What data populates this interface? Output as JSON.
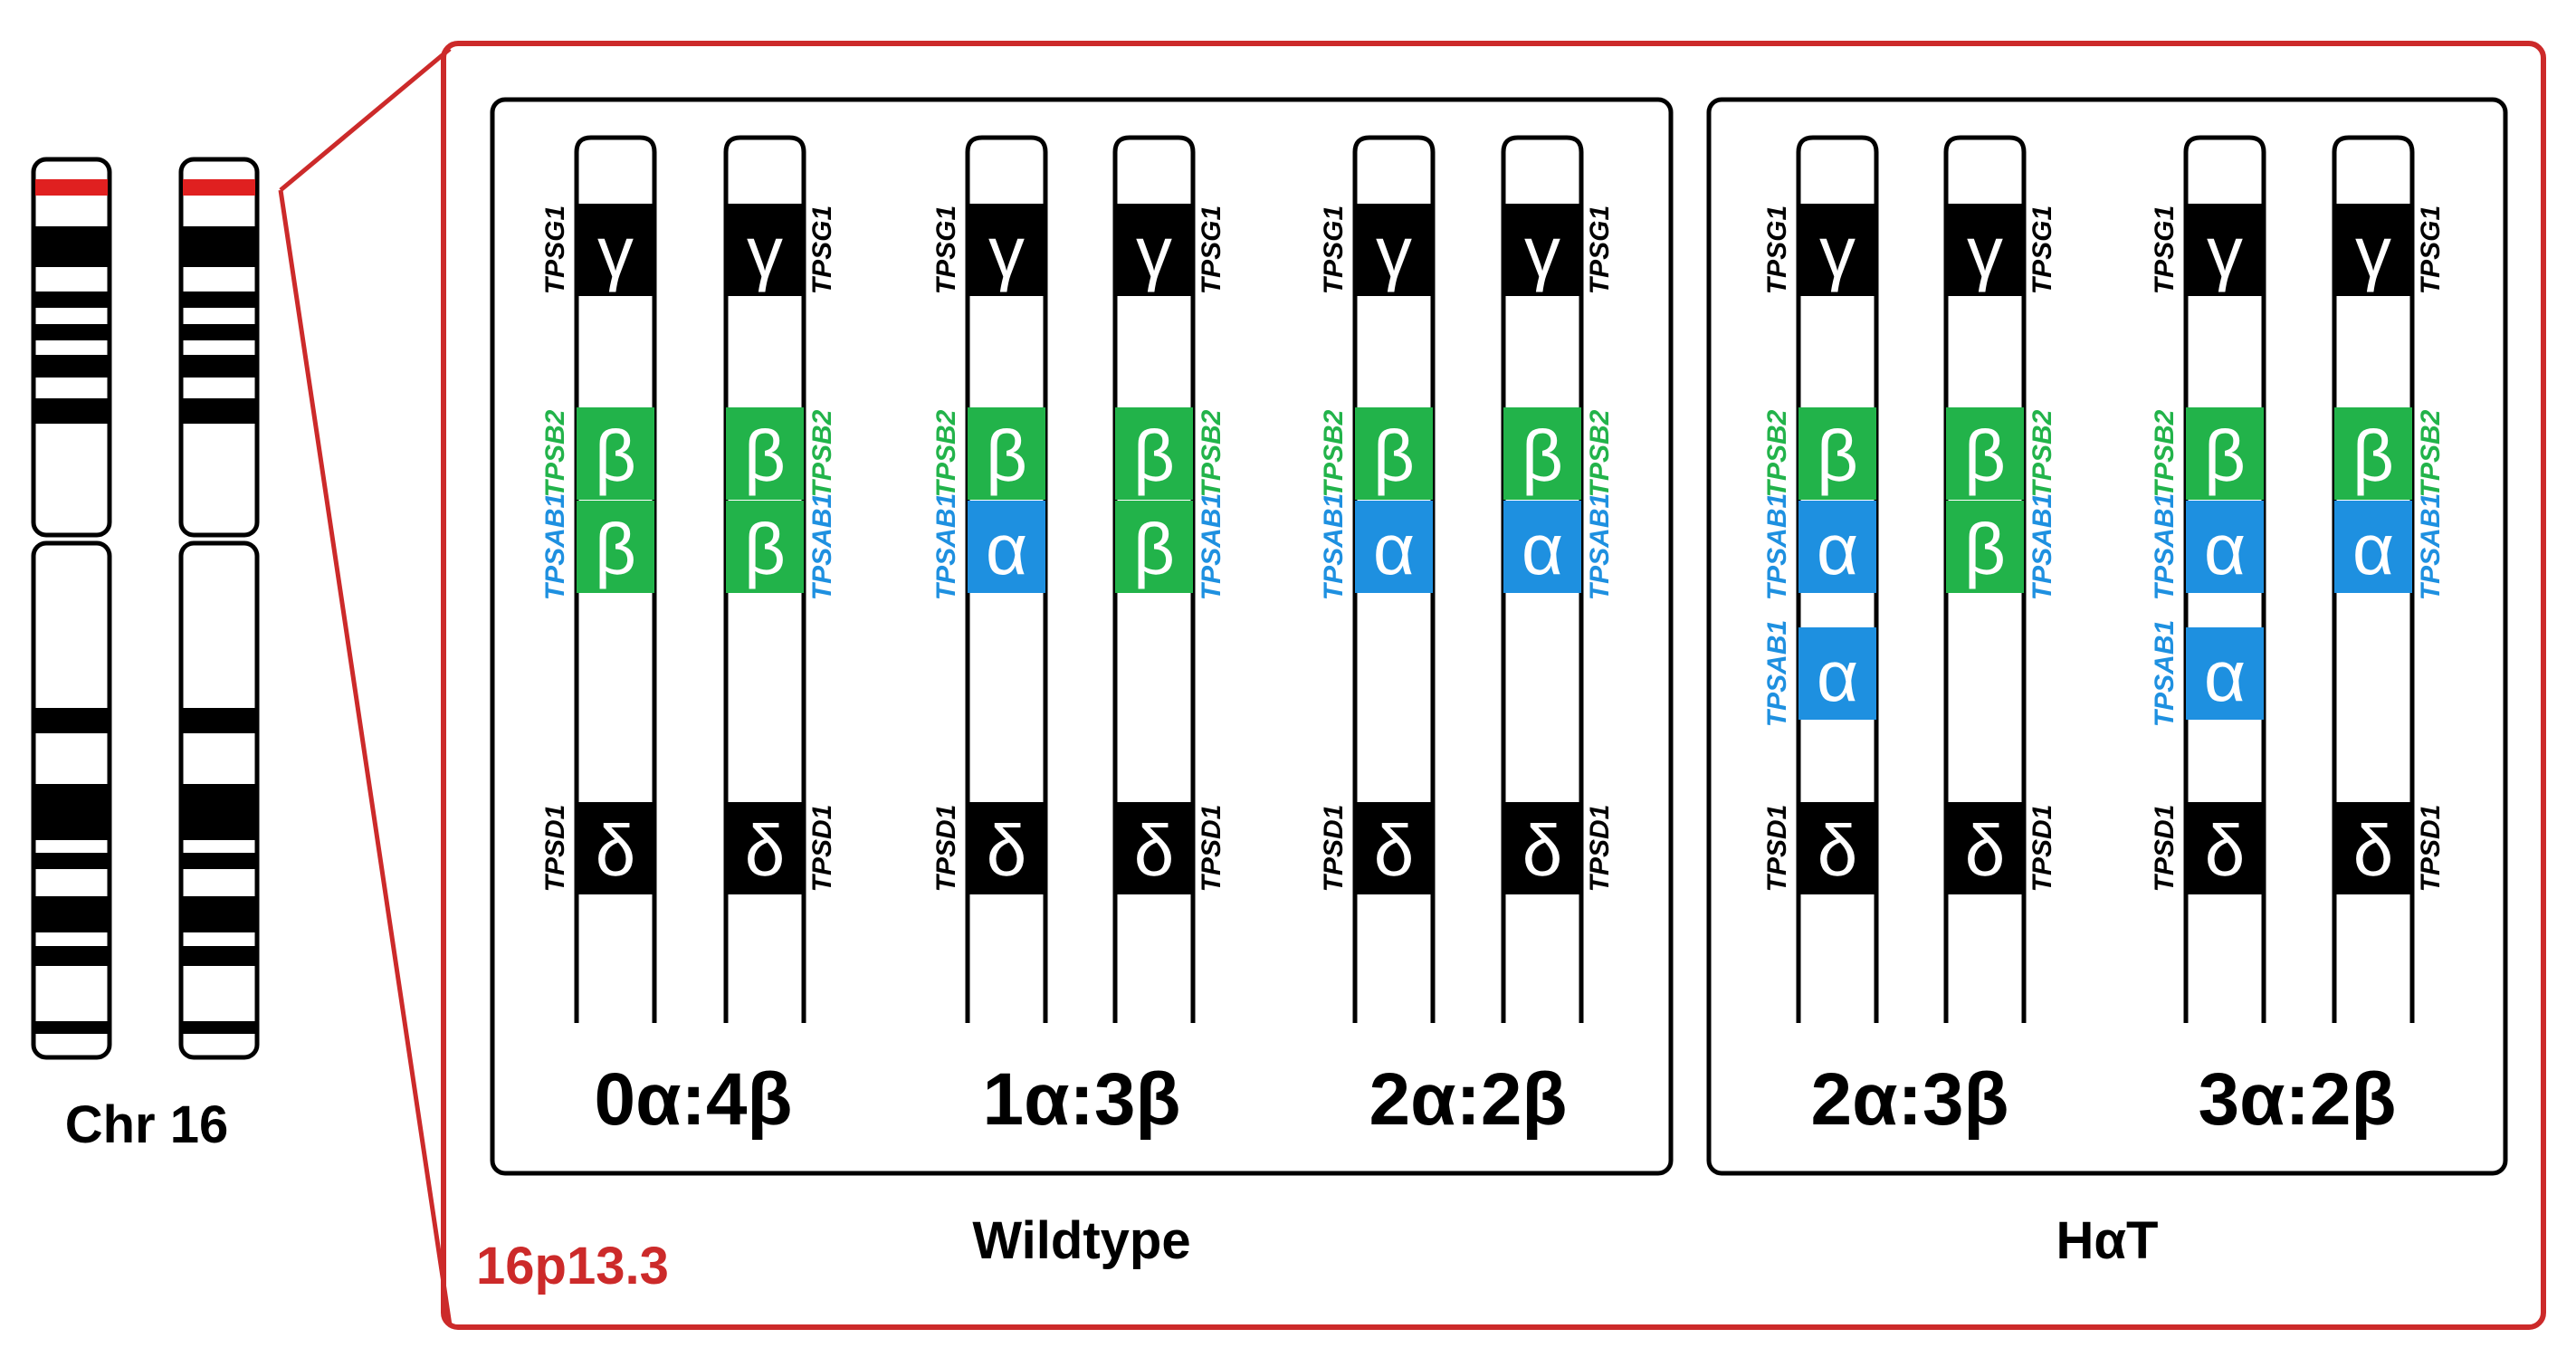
{
  "chromosome": {
    "label": "Chr 16",
    "highlight_color": "#e02020"
  },
  "region": {
    "label": "16p13.3",
    "color": "#cc2a2a"
  },
  "colors": {
    "alpha": "#1e90e0",
    "beta": "#22b34a",
    "gamma_delta": "#000000",
    "TPSG1_label": "#000000",
    "TPSB2_label": "#22b34a",
    "TPSAB1_label": "#1e90e0",
    "TPSD1_label": "#000000",
    "frame": "#cc2a2a"
  },
  "symbols": {
    "alpha": "α",
    "beta": "β",
    "gamma": "γ",
    "delta": "δ"
  },
  "gene_names": {
    "gamma": "TPSG1",
    "beta_locus": "TPSB2",
    "alpha_beta_locus": "TPSAB1",
    "delta": "TPSD1"
  },
  "groups": [
    {
      "label": "Wildtype",
      "genotypes": [
        {
          "ratio": "0α:4β",
          "chromosomes": [
            [
              "beta",
              "beta"
            ],
            [
              "beta",
              "beta"
            ]
          ]
        },
        {
          "ratio": "1α:3β",
          "chromosomes": [
            [
              "beta",
              "alpha"
            ],
            [
              "beta",
              "beta"
            ]
          ]
        },
        {
          "ratio": "2α:2β",
          "chromosomes": [
            [
              "beta",
              "alpha"
            ],
            [
              "beta",
              "alpha"
            ]
          ]
        }
      ]
    },
    {
      "label": "HαT",
      "genotypes": [
        {
          "ratio": "2α:3β",
          "chromosomes": [
            [
              "beta",
              "alpha",
              "alpha"
            ],
            [
              "beta",
              "beta"
            ]
          ]
        },
        {
          "ratio": "3α:2β",
          "chromosomes": [
            [
              "beta",
              "alpha",
              "alpha"
            ],
            [
              "beta",
              "alpha"
            ]
          ]
        }
      ]
    }
  ]
}
